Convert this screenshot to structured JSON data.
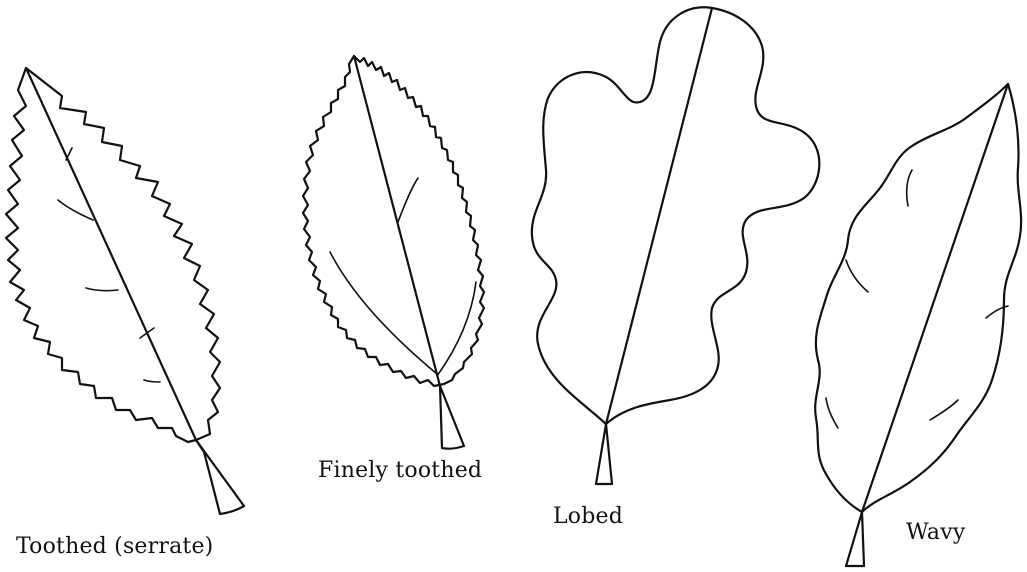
{
  "leaves": [
    {
      "id": "toothed",
      "caption": "Toothed (serrate)",
      "margin": "toothed"
    },
    {
      "id": "finely",
      "caption": "Finely toothed",
      "margin": "finely-toothed"
    },
    {
      "id": "lobed",
      "caption": "Lobed",
      "margin": "lobed"
    },
    {
      "id": "wavy",
      "caption": "Wavy",
      "margin": "wavy"
    }
  ],
  "colors": {
    "line": "#111111",
    "background": "#ffffff"
  }
}
